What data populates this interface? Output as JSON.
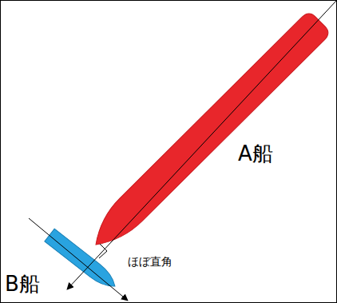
{
  "diagram": {
    "labels": [
      "A船",
      "ほぼ直角",
      "B船"
    ]
  }
}
